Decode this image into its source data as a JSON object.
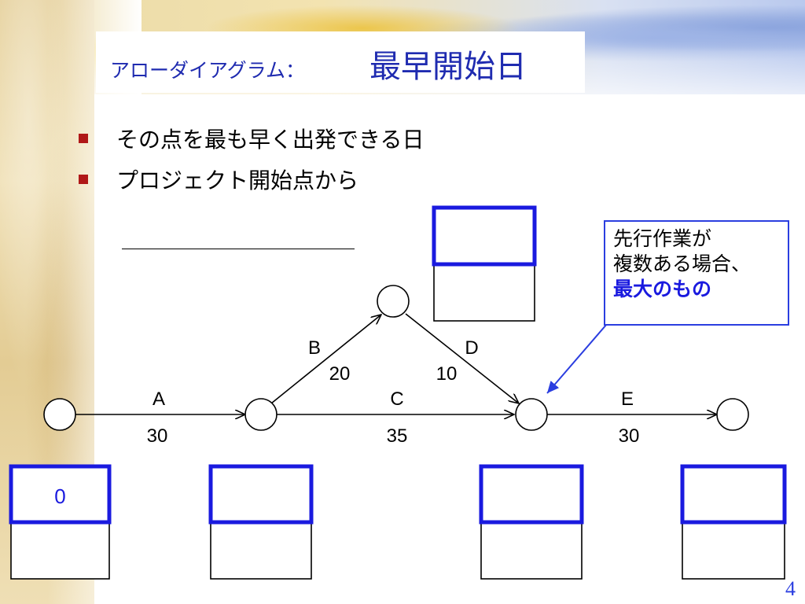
{
  "title": {
    "small": "アローダイアグラム：",
    "large": "最早開始日"
  },
  "bullets": [
    "その点を最も早く出発できる日",
    "プロジェクト開始点から"
  ],
  "activities": [
    {
      "name": "A",
      "duration": "30"
    },
    {
      "name": "B",
      "duration": "20"
    },
    {
      "name": "C",
      "duration": "35"
    },
    {
      "name": "D",
      "duration": "10"
    },
    {
      "name": "E",
      "duration": "30"
    }
  ],
  "start_box_value": "0",
  "note": {
    "line1": "先行作業が",
    "line2": "複数ある場合、",
    "line3": "最大のもの"
  },
  "page_number": "4",
  "colors": {
    "accent": "#1a1adf",
    "box_border": "#1a1adf",
    "bullet": "#b01818"
  }
}
